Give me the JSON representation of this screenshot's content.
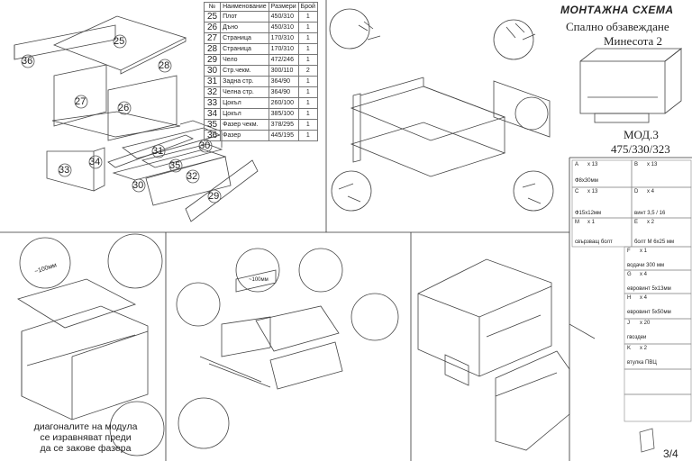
{
  "header": {
    "title": "МОНТАЖНА СХЕМА",
    "product_line1": "Спално обзавеждане",
    "product_line2": "Минесота 2",
    "model": "МОД.3",
    "dimensions": "475/330/323"
  },
  "parts_table": {
    "columns": [
      "№",
      "Наименование",
      "Размери",
      "Брой"
    ],
    "rows": [
      {
        "no": "25",
        "name": "Плот",
        "size": "450/310",
        "qty": "1"
      },
      {
        "no": "26",
        "name": "Дъно",
        "size": "450/310",
        "qty": "1"
      },
      {
        "no": "27",
        "name": "Страница",
        "size": "170/310",
        "qty": "1"
      },
      {
        "no": "28",
        "name": "Страница",
        "size": "170/310",
        "qty": "1"
      },
      {
        "no": "29",
        "name": "Чело",
        "size": "472/246",
        "qty": "1"
      },
      {
        "no": "30",
        "name": "Стр.чекм.",
        "size": "300/110",
        "qty": "2"
      },
      {
        "no": "31",
        "name": "Задна стр.",
        "size": "364/90",
        "qty": "1"
      },
      {
        "no": "32",
        "name": "Челна стр.",
        "size": "364/90",
        "qty": "1"
      },
      {
        "no": "33",
        "name": "Цокъл",
        "size": "260/100",
        "qty": "1"
      },
      {
        "no": "34",
        "name": "Цокъл",
        "size": "385/100",
        "qty": "1"
      },
      {
        "no": "35",
        "name": "Фазер чекм.",
        "size": "378/295",
        "qty": "1"
      },
      {
        "no": "36",
        "name": "Фазер",
        "size": "445/195",
        "qty": "1"
      }
    ]
  },
  "exploded_labels": [
    "25",
    "36",
    "28",
    "27",
    "26",
    "31",
    "30",
    "34",
    "35",
    "33",
    "30",
    "32",
    "29"
  ],
  "hardware": [
    {
      "letter": "A",
      "qty": "x 13",
      "desc": "Ф8x30мм"
    },
    {
      "letter": "B",
      "qty": "x 13",
      "desc": ""
    },
    {
      "letter": "C",
      "qty": "x 13",
      "desc": "Ф15x12мм"
    },
    {
      "letter": "D",
      "qty": "x 4",
      "desc": "винт 3,5 / 16"
    },
    {
      "letter": "M",
      "qty": "x 1",
      "desc": "свързващ болт"
    },
    {
      "letter": "E",
      "qty": "x 2",
      "desc": "болт M 6x25 мм"
    },
    {
      "letter": "F",
      "qty": "x 1",
      "desc": "водачи 300 мм"
    },
    {
      "letter": "G",
      "qty": "x 4",
      "desc": "евровинт 5x13мм"
    },
    {
      "letter": "H",
      "qty": "x 4",
      "desc": "евровинт 5x50мм"
    },
    {
      "letter": "J",
      "qty": "x 20",
      "desc": "гвоздеи"
    },
    {
      "letter": "K",
      "qty": "x 2",
      "desc": "втулка ПВЦ"
    }
  ],
  "step_labels": {
    "dimension_100": "~100мм",
    "dimension_100_small": "~100мм"
  },
  "note": {
    "line1": "диагоналите на модула",
    "line2": "се изравняват преди",
    "line3": "да се закове фазера"
  },
  "page": "3/4"
}
